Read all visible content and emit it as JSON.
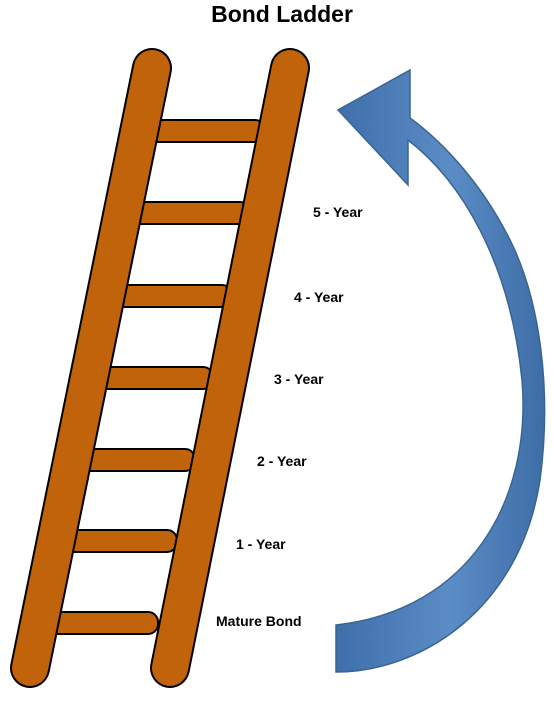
{
  "title": "Bond Ladder",
  "labels": [
    "5 - Year",
    "4 - Year",
    "3 - Year",
    "2 - Year",
    "1 - Year",
    "Mature Bond"
  ],
  "colors": {
    "ladder_fill": "#C0630A",
    "ladder_outline": "#000000",
    "arrow_fill": "#4F81BD",
    "arrow_outline": "#3A6592",
    "text": "#000000"
  },
  "icons": {
    "ladder": "ladder-icon",
    "arrow": "curved-arrow-icon"
  }
}
